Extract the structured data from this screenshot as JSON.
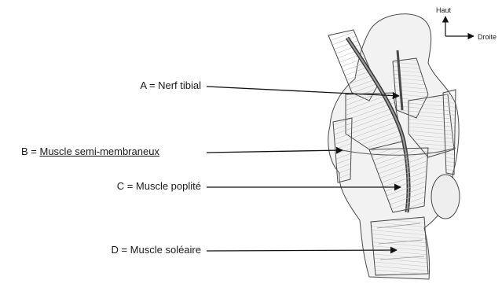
{
  "orientation": {
    "up_label": "Haut",
    "right_label": "Droite"
  },
  "labels": {
    "a": "A = Nerf tibial",
    "b_prefix": "B = ",
    "b_term": "Muscle semi-membraneux",
    "c": "C = Muscle poplité",
    "d": "D = Muscle soléaire"
  },
  "colors": {
    "outline": "#4a4a4a",
    "muscle_fill": "#e6e6e6",
    "muscle_dark": "#bdbdbd",
    "arrow": "#111111"
  }
}
